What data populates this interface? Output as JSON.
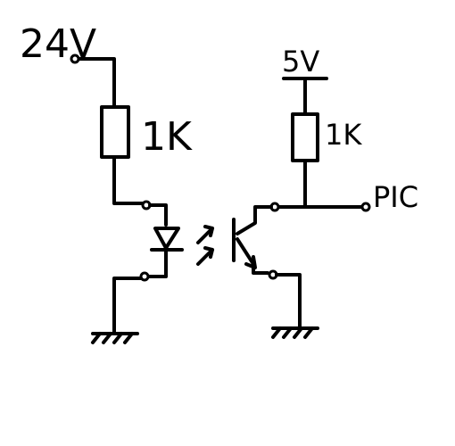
{
  "colors": {
    "background": "#ffffff",
    "ink": "#000000"
  },
  "labels": {
    "input_supply": "24V",
    "input_resistor": "1K",
    "output_supply": "5V",
    "output_resistor": "1K",
    "output_terminal": "PIC"
  },
  "components": {
    "led_icon": "led-diode-icon",
    "light_arrows_icon": "optocoupler-light-arrows-icon",
    "transistor_icon": "npn-phototransistor-icon",
    "ground_icon": "ground-symbol-icon",
    "resistor_icon": "resistor-icon",
    "terminal_icon": "terminal-pin-icon"
  }
}
